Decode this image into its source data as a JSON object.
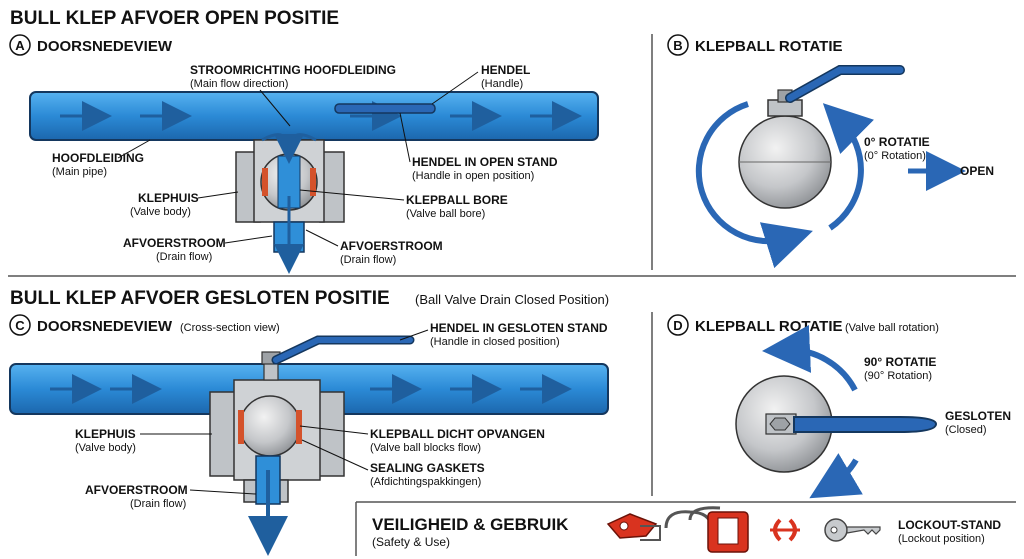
{
  "colors": {
    "pipe": "#2f8fd8",
    "pipe_dark": "#1f5f9e",
    "handle": "#2a67b5",
    "steel": "#bfc3c7",
    "gasket": "#d4522b",
    "lock_red": "#d9331f"
  },
  "top": {
    "title": "BULL KLEP AFVOER OPEN POSITIE",
    "panel_a": {
      "badge": "A",
      "title": "DOORSNEDEVIEW",
      "flow": {
        "nl": "STROOMRICHTING HOOFDLEIDING",
        "en": "(Main flow direction)"
      },
      "handle": {
        "nl": "HENDEL",
        "en": "(Handle)"
      },
      "main_pipe": {
        "nl": "HOOFDLEIDING",
        "en": "(Main pipe)"
      },
      "handle_open": {
        "nl": "HENDEL IN OPEN STAND",
        "en": "(Handle in open position)"
      },
      "valve_body": {
        "nl": "KLEPHUIS",
        "en": "(Valve body)"
      },
      "ball_bore": {
        "nl": "KLEPBALL BORE",
        "en": "(Valve ball bore)"
      },
      "drain_left": {
        "nl": "AFVOERSTROOM",
        "en": "(Drain flow)"
      },
      "drain_right": {
        "nl": "AFVOERSTROOM",
        "en": "(Drain flow)"
      }
    },
    "panel_b": {
      "badge": "B",
      "title": "KLEPBALL ROTATIE",
      "rotation": {
        "nl": "0° ROTATIE",
        "en": "(0° Rotation)"
      },
      "state": "OPEN"
    }
  },
  "bottom": {
    "title": "BULL KLEP AFVOER GESLOTEN POSITIE",
    "title_en": "(Ball Valve Drain Closed Position)",
    "panel_c": {
      "badge": "C",
      "title": "DOORSNEDEVIEW",
      "title_en": "(Cross-section view)",
      "handle_closed": {
        "nl": "HENDEL IN GESLOTEN STAND",
        "en": "(Handle in closed position)"
      },
      "valve_body": {
        "nl": "KLEPHUIS",
        "en": "(Valve body)"
      },
      "ball_blocks": {
        "nl": "KLEPBALL DICHT OPVANGEN",
        "en": "(Valve ball blocks flow)"
      },
      "gaskets": {
        "nl": "SEALING GASKETS",
        "en": "(Afdichtingspakkingen)"
      },
      "drain": {
        "nl": "AFVOERSTROOM",
        "en": "(Drain flow)"
      }
    },
    "panel_d": {
      "badge": "D",
      "title": "KLEPBALL ROTATIE",
      "title_en": "(Valve ball rotation)",
      "rotation": {
        "nl": "90° ROTATIE",
        "en": "(90° Rotation)"
      },
      "state": {
        "nl": "GESLOTEN",
        "en": "(Closed)"
      }
    },
    "safety": {
      "title": "VEILIGHEID & GEBRUIK",
      "title_en": "(Safety & Use)",
      "lockout": {
        "nl": "LOCKOUT-STAND",
        "en": "(Lockout position)"
      },
      "icons": [
        "lockout-hasp-icon",
        "padlock-icon",
        "key-icon"
      ]
    }
  }
}
